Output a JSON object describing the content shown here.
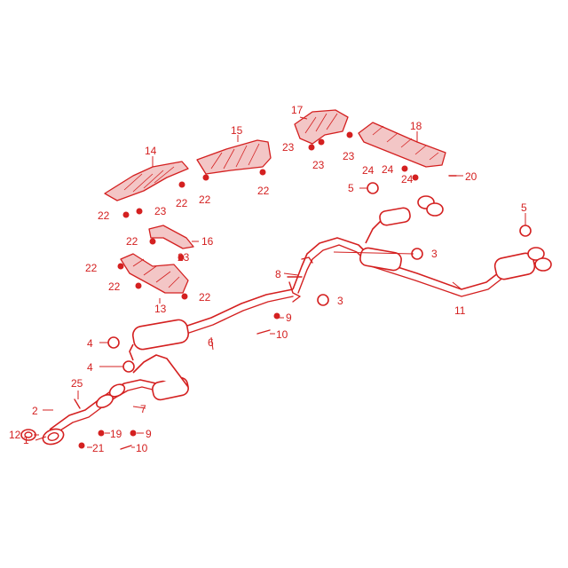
{
  "accent_color": "#d42020",
  "labels": [
    "1",
    "2",
    "3",
    "4",
    "5",
    "6",
    "7",
    "8",
    "9",
    "10",
    "11",
    "12",
    "13",
    "14",
    "15",
    "16",
    "17",
    "18",
    "19",
    "20",
    "21",
    "22",
    "23",
    "24",
    "25"
  ]
}
